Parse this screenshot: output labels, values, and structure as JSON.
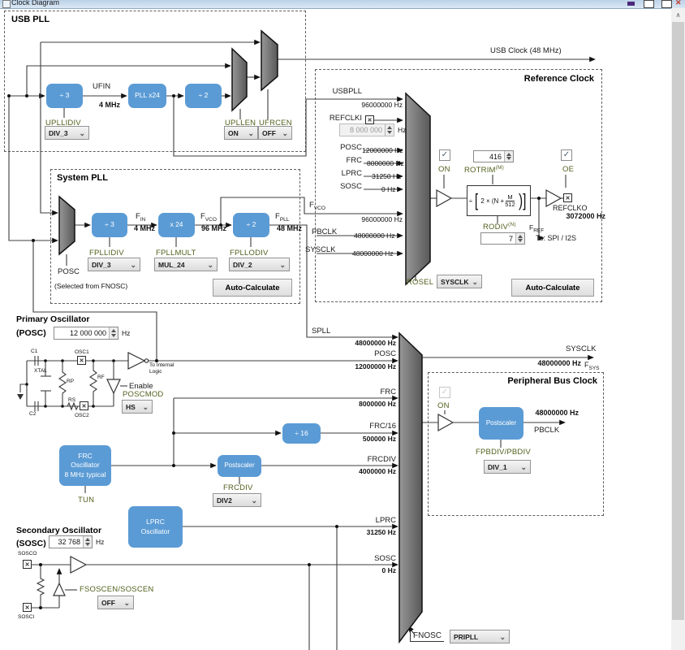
{
  "icons": {
    "chevron_down": "⌄",
    "close": "✕",
    "check": "✓",
    "pin_x": "✕",
    "scroll_up": "∧"
  },
  "window": {
    "title": "Clock Diagram"
  },
  "usb_pll": {
    "title": "USB PLL",
    "div1": "÷  3",
    "pll": "PLL x24",
    "div2": "÷ 2",
    "ufin": "UFIN",
    "ufin_freq": "4 MHz",
    "upllidiv": "UPLLIDIV",
    "upllidiv_val": "DIV_3",
    "upllen": "UPLLEN",
    "upllen_val": "ON",
    "ufrcen": "UFRCEN",
    "ufrcen_val": "OFF"
  },
  "usb_clock_label": "USB Clock (48 MHz)",
  "ref_clock": {
    "title": "Reference Clock",
    "usbpll": "USBPLL",
    "usbpll_freq": "96000000 Hz",
    "refclki": "REFCLKI",
    "refclki_val": "8 000 000",
    "refclki_unit": "Hz",
    "posc": "POSC",
    "posc_freq": "12000000 Hz",
    "frc": "FRC",
    "frc_freq": "8000000 Hz",
    "lprc": "LPRC",
    "lprc_freq": "31250 Hz",
    "sosc": "SOSC",
    "sosc_freq": "0 Hz",
    "fvco": "F",
    "fvco_sub": "VCO",
    "fvco_freq": "96000000 Hz",
    "pbclk": "PBCLK",
    "pbclk_freq": "48000000 Hz",
    "sysclk": "SYSCLK",
    "sysclk_freq": "48000000 Hz",
    "on_label": "ON",
    "oe_label": "OE",
    "rotrim": "ROTRIM",
    "rotrim_sup": "(M)",
    "rotrim_val": "416",
    "rodiv": "RODIV",
    "rodiv_sup": "(N)",
    "rodiv_val": "7",
    "formula": {
      "div": "÷",
      "lb": "[",
      "body": "2 × (N +",
      "num": "M",
      "den": "512",
      "rb": ")]"
    },
    "refclko": "REFCLKO",
    "refclko_freq": "3072000 Hz",
    "fref": "F",
    "fref_sub": "REF",
    "to_spi": "To: SPI / I2S",
    "rosel": "ROSEL",
    "rosel_val": "SYSCLK",
    "auto_calc": "Auto-Calculate"
  },
  "sys_pll": {
    "title": "System PLL",
    "posc": "POSC",
    "div1": "÷  3",
    "mult": "x 24",
    "div2": "÷ 2",
    "fin": "F",
    "fin_sub": "IN",
    "fin_freq": "4 MHz",
    "fvco": "F",
    "fvco_sub": "VCO",
    "fvco_freq": "96 MHz",
    "fpll": "F",
    "fpll_sub": "PLL",
    "fpll_freq": "48 MHz",
    "fpllidiv": "FPLLIDIV",
    "fpllidiv_val": "DIV_3",
    "fpllmult": "FPLLMULT",
    "fpllmult_val": "MUL_24",
    "fpllodiv": "FPLLODIV",
    "fpllodiv_val": "DIV_2",
    "note": "(Selected from FNOSC)",
    "auto_calc": "Auto-Calculate"
  },
  "posc_osc": {
    "title": "Primary Oscillator",
    "subtitle": "(POSC)",
    "freq": "12 000 000",
    "unit": "Hz",
    "c1": "C1",
    "c2": "C2",
    "xtal": "XTAL",
    "rp": "RP",
    "rf": "RF",
    "rs": "RS",
    "osc1": "OSC1",
    "osc2": "OSC2",
    "to_internal_1": "To Internal",
    "to_internal_2": "Logic",
    "enable": "Enable",
    "poscmod": "POSCMOD",
    "poscmod_val": "HS"
  },
  "frc_osc": {
    "l1": "FRC",
    "l2": "Oscillator",
    "l3": "8 MHz typical",
    "tun": "TUN"
  },
  "frcdiv": {
    "box": "Postscaler",
    "label": "FRCDIV",
    "val": "DIV2"
  },
  "div16": "÷ 16",
  "lprc_osc": {
    "l1": "LPRC",
    "l2": "Oscillator"
  },
  "sosc_osc": {
    "title": "Secondary Oscillator",
    "subtitle": "(SOSC)",
    "freq": "32 768",
    "unit": "Hz",
    "sosco": "SOSCO",
    "sosci": "SOSCI",
    "fsoscen": "FSOSCEN/SOSCEN",
    "fsoscen_val": "OFF"
  },
  "mux": {
    "spll": "SPLL",
    "spll_freq": "48000000 Hz",
    "posc": "POSC",
    "posc_freq": "12000000 Hz",
    "frc": "FRC",
    "frc_freq": "8000000 Hz",
    "frc16": "FRC/16",
    "frc16_freq": "500000 Hz",
    "frcdiv": "FRCDIV",
    "frcdiv_freq": "4000000 Hz",
    "lprc": "LPRC",
    "lprc_freq": "31250 Hz",
    "sosc": "SOSC",
    "sosc_freq": "0 Hz",
    "fnosc": "FNOSC",
    "fnosc_val": "PRIPLL"
  },
  "sysclk_out": {
    "name": "SYSCLK",
    "freq": "48000000 Hz",
    "f": "F",
    "f_sub": "SYS"
  },
  "pbc": {
    "title": "Peripheral Bus Clock",
    "on_label": "ON",
    "box": "Postscaler",
    "freq": "48000000 Hz",
    "name": "PBCLK",
    "fpbdiv": "FPBDIV/PBDIV",
    "fpbdiv_val": "DIV_1"
  }
}
